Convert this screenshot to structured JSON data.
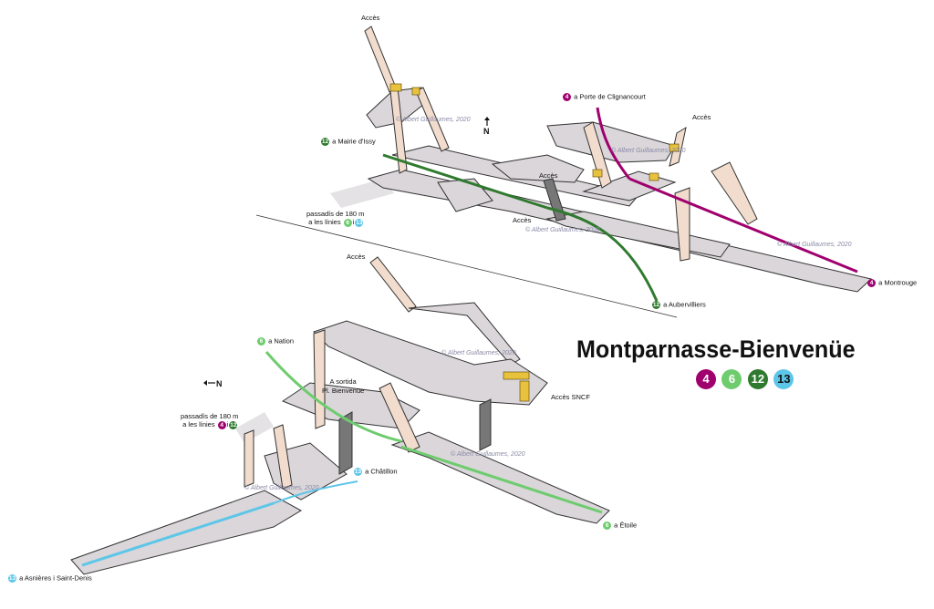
{
  "title": "Montparnasse-Bienvenüe",
  "lines": [
    {
      "id": "4",
      "color": "#a0006e"
    },
    {
      "id": "6",
      "color": "#6ecc6e"
    },
    {
      "id": "12",
      "color": "#2f7a2f"
    },
    {
      "id": "13",
      "color": "#5cc6e8"
    }
  ],
  "upper_view": {
    "north_label": "N",
    "acces_top": "Accès",
    "acces_right": "Accès",
    "acces_mid": "Accès",
    "acces_low": "Accès",
    "dir_4_north": {
      "badge": "4",
      "text": "a Porte de Clignancourt"
    },
    "dir_12_west": {
      "badge": "12",
      "text": "a Mairie d'Issy"
    },
    "dir_4_south": {
      "badge": "4",
      "text": "a Montrouge"
    },
    "dir_12_east": {
      "badge": "12",
      "text": "a Aubervilliers"
    },
    "passage": {
      "line1": "passadís de 180 m",
      "line2_prefix": "a les línies",
      "badge_a": "6",
      "sep": "i",
      "badge_b": "13"
    },
    "copyright": "© Albert Guillaumes, 2020"
  },
  "lower_view": {
    "north_label": "N",
    "acces_top": "Accès",
    "acces_sncf": "Accès SNCF",
    "exit": {
      "line1": "A sortida",
      "line2": "Pl. Bienvenüe"
    },
    "dir_6_nation": {
      "badge": "6",
      "text": "a Nation"
    },
    "dir_13_chatillon": {
      "badge": "13",
      "text": "a Châtillon"
    },
    "dir_6_etoile": {
      "badge": "6",
      "text": "a Étoile"
    },
    "dir_13_asnieres": {
      "badge": "13",
      "text": "a Asnières i Saint-Denis"
    },
    "passage": {
      "line1": "passadís de 180 m",
      "line2_prefix": "a les línies",
      "badge_a": "4",
      "sep": "i",
      "badge_b": "12"
    },
    "copyright": "© Albert Guillaumes, 2020"
  }
}
